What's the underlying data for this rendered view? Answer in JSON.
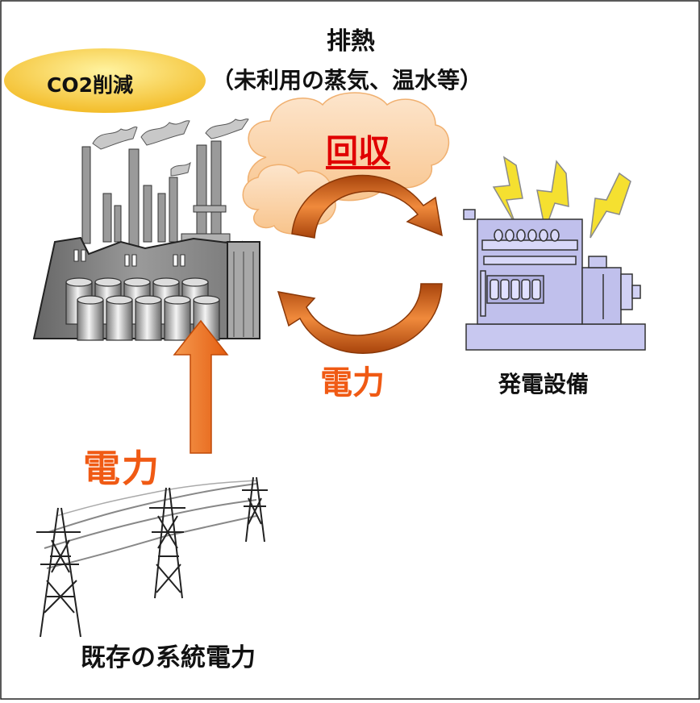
{
  "labels": {
    "exhaust_title": "排熱",
    "exhaust_sub": "（未利用の蒸気、温水等）",
    "co2": "CO2削減",
    "recover": "回収",
    "power_center": "電力",
    "power_left": "電力",
    "generator": "発電設備",
    "grid": "既存の系統電力"
  },
  "colors": {
    "arrow_orange": "#f07020",
    "cycle_arrow": "#d9600f",
    "recover_red": "#e00000",
    "power_orange": "#f05a14",
    "co2_bubble": "#f5c832",
    "cloud": "#fbd3a8",
    "generator_fill": "#c8c8f0",
    "lightning": "#f5e030"
  },
  "icons": [
    "factory-icon",
    "generator-icon",
    "power-tower-icon",
    "cloud-icon",
    "lightning-icon"
  ]
}
